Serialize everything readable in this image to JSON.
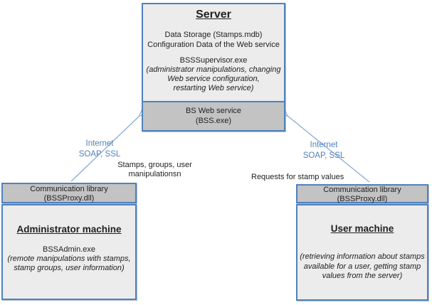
{
  "colors": {
    "box_border": "#4f81bd",
    "box_fill_light": "#ececec",
    "band_gray": "#c3c3c3",
    "arrow_blue": "#8aabd4",
    "label_blue": "#4f81bd",
    "text_black": "#212121"
  },
  "server": {
    "title": "Server",
    "storage_lines": [
      "Data Storage (Stamps.mdb)",
      "Configuration Data of the Web service"
    ],
    "app_name": "BSSSupervisor.exe",
    "app_desc_lines": [
      "(administrator manipulations, changing",
      "Web service configuration,",
      "restarting Web service)"
    ],
    "band_lines": [
      "BS Web service",
      "(BSS.exe)"
    ]
  },
  "admin_machine": {
    "header_lines": [
      "Communication library",
      "(BSSProxy.dll)"
    ],
    "title": "Administrator machine",
    "app_name": "BSSAdmin.exe",
    "desc_lines": [
      "(remote manipulations with stamps,",
      "stamp groups, user information)"
    ]
  },
  "user_machine": {
    "header_lines": [
      "Communication library",
      "(BSSProxy.dll)"
    ],
    "title": "User machine",
    "desc_lines": [
      "(retrieving information about stamps",
      "available for a user, getting stamp",
      "values from the server)"
    ]
  },
  "connections": {
    "admin_link_label_lines": [
      "Internet",
      "SOAP, SSL"
    ],
    "admin_action_lines": [
      "Stamps, groups, user",
      "manipulationsn"
    ],
    "user_link_label_lines": [
      "Internet",
      "SOAP, SSL"
    ],
    "user_action_label": "Requests for stamp values"
  }
}
